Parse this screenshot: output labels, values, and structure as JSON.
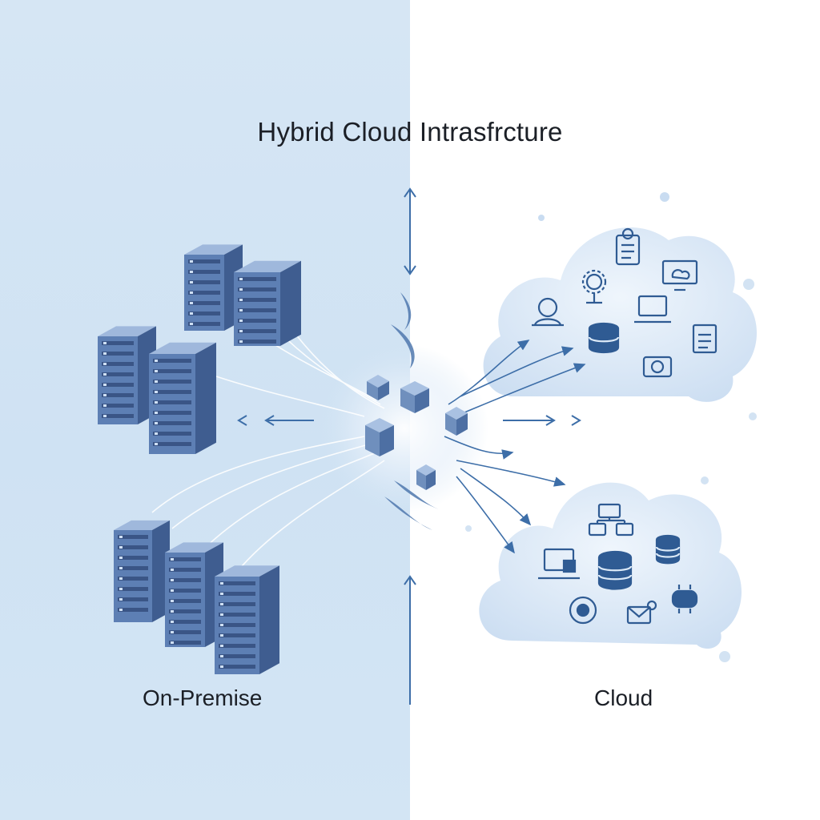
{
  "diagram": {
    "title": "Hybrid Cloud Intrasfrcture",
    "left_label": "On-Premise",
    "right_label": "Cloud"
  },
  "colors": {
    "left_background": "#cfe2f3",
    "right_background": "#ffffff",
    "server_front": "#5d7fb4",
    "server_side": "#3f5d90",
    "server_top": "#9fb8dc",
    "cloud_fill": "#dbe9f7",
    "icon_stroke": "#2f5b93",
    "arrow": "#3d6ea8"
  },
  "icons": {
    "upper_cloud": [
      "user-icon",
      "gear-icon",
      "clipboard-icon",
      "monitor-icon",
      "laptop-icon",
      "database-icon",
      "document-icon",
      "camera-icon"
    ],
    "lower_cloud": [
      "network-icon",
      "database-icon",
      "laptop-icon",
      "globe-icon",
      "mail-icon",
      "plug-icon"
    ]
  }
}
